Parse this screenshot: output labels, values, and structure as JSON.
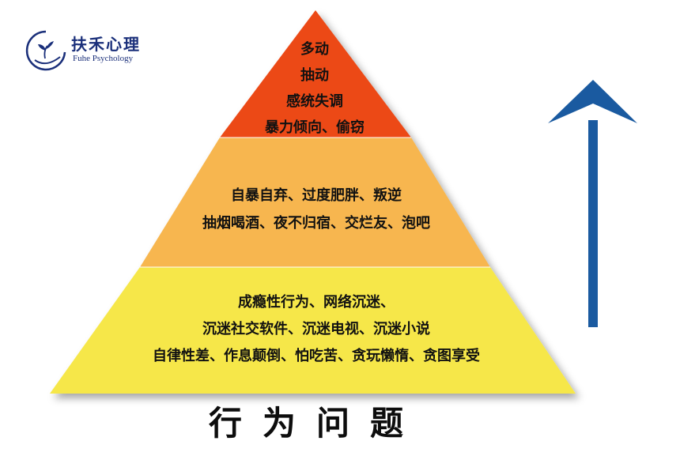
{
  "logo": {
    "name_cn": "扶禾心理",
    "name_en": "Fuhe Psychology",
    "mark_text": "扶禾心理",
    "brand_color": "#1a2f7a"
  },
  "pyramid": {
    "tiers": [
      {
        "level": "top",
        "color": "#ec4a18",
        "lines": [
          "多动",
          "抽动",
          "感统失调",
          "暴力倾向、偷窃"
        ]
      },
      {
        "level": "middle",
        "color": "#f7b64f",
        "lines": [
          "自暴自弃、过度肥胖、叛逆",
          "抽烟喝酒、夜不归宿、交烂友、泡吧"
        ]
      },
      {
        "level": "bottom",
        "color": "#f6e74a",
        "lines": [
          "成瘾性行为、网络沉迷、",
          "沉迷社交软件、沉迷电视、沉迷小说",
          "自律性差、作息颠倒、怕吃苦、贪玩懒惰、贪图享受"
        ]
      }
    ]
  },
  "caption": "行为问题",
  "arrow": {
    "direction": "up",
    "color": "#1a5aa0",
    "icon": "arrow-up-icon"
  }
}
